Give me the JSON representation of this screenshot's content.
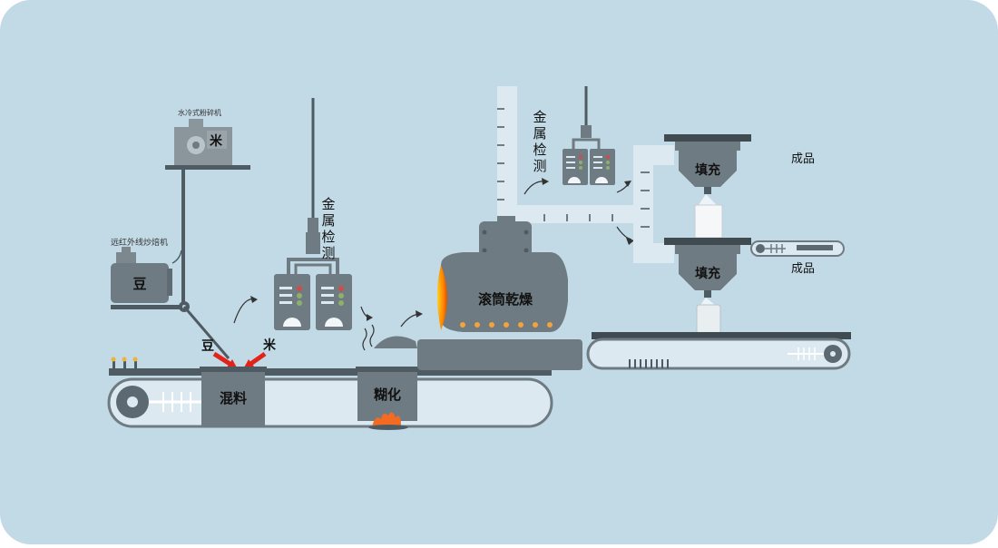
{
  "colors": {
    "background": "#c2d9e6",
    "machine": "#6f7b83",
    "machine_dark": "#4f5b63",
    "pipe": "#dde9f0",
    "belt": "#5b6a72",
    "arrow_red": "#e2231a",
    "flame": "#f26b21",
    "lamp": "#f2b233"
  },
  "labels": {
    "roaster_title": "远红外线炒焙机",
    "roaster_bean": "豆",
    "grinder_title": "水冷式粉碎机",
    "grinder_rice": "米",
    "feed_bean": "豆",
    "feed_rice": "米",
    "mixing": "混料",
    "gelatinize": "糊化",
    "metal_detect_1": [
      "金",
      "属",
      "检",
      "测"
    ],
    "drum_dryer": "滚筒乾燥",
    "metal_detect_2": [
      "金",
      "属",
      "检",
      "测"
    ],
    "fill_1": "填充",
    "fill_2": "填充",
    "product_1": "成品",
    "product_2": "成品"
  }
}
